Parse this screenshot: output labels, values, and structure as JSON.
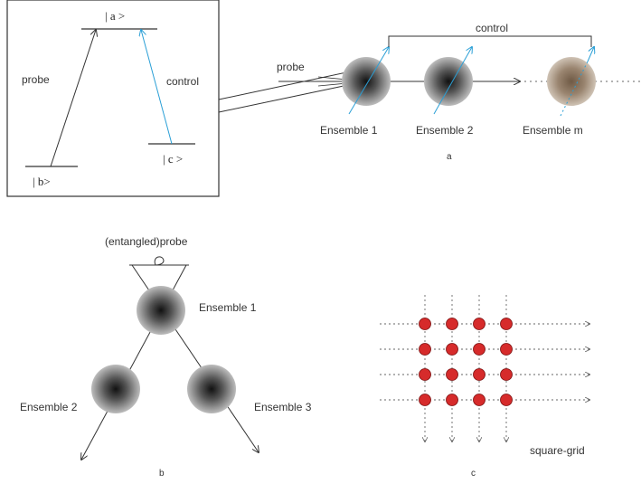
{
  "panel_a": {
    "inset": {
      "level_a": "| a >",
      "level_b": "| b>",
      "level_c": "| c >",
      "probe_label": "probe",
      "control_label": "control"
    },
    "probe_label": "probe",
    "control_label": "control",
    "ensembles": [
      "Ensemble 1",
      "Ensemble 2",
      "Ensemble m"
    ],
    "caption": "a"
  },
  "panel_b": {
    "probe_label": "(entangled)probe",
    "ensembles": [
      "Ensemble 1",
      "Ensemble 2",
      "Ensemble 3"
    ],
    "caption": "b"
  },
  "panel_c": {
    "grid_label": "square-grid",
    "rows": 4,
    "cols": 4,
    "caption": "c"
  },
  "colors": {
    "line": "#333333",
    "control_blue": "#2a9fd6",
    "node_red": "#d62b2b",
    "ensemble_dark": "#1a1a1a",
    "ensemble_brown": "#8a7158"
  }
}
